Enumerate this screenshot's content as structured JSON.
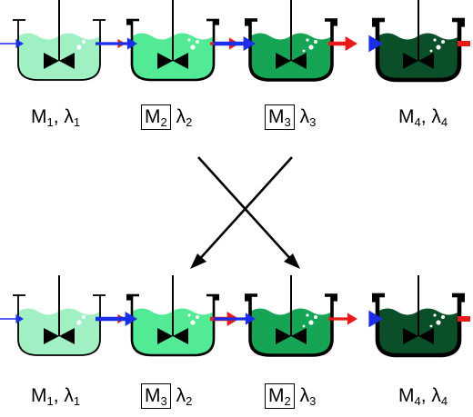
{
  "rows": [
    {
      "row": "top",
      "reactors": [
        {
          "id": "r1",
          "liquid": "#a0f0c3",
          "wall": "thin",
          "inlet": "thin",
          "bubbles": 2,
          "label": {
            "m": "M",
            "m_sub": "1",
            "l": "λ",
            "l_sub": "1",
            "boxed": false
          }
        },
        {
          "id": "r2",
          "liquid": "#53ea95",
          "wall": "medium",
          "inlet": "medium",
          "bubbles": 3,
          "label": {
            "m": "M",
            "m_sub": "2",
            "l": "λ",
            "l_sub": "2",
            "boxed": true
          }
        },
        {
          "id": "r3",
          "liquid": "#16a455",
          "wall": "thick",
          "inlet": "thick",
          "bubbles": 4,
          "label": {
            "m": "M",
            "m_sub": "3",
            "l": "λ",
            "l_sub": "3",
            "boxed": true
          }
        },
        {
          "id": "r4",
          "liquid": "#0b4f28",
          "wall": "thicker",
          "inlet": "thicker",
          "bubbles": 4,
          "label": {
            "m": "M",
            "m_sub": "4",
            "l": "λ",
            "l_sub": "4",
            "boxed": false
          }
        }
      ]
    },
    {
      "row": "bottom",
      "reactors": [
        {
          "id": "r1",
          "liquid": "#a0f0c3",
          "wall": "thin",
          "inlet": "thin",
          "bubbles": 2,
          "label": {
            "m": "M",
            "m_sub": "1",
            "l": "λ",
            "l_sub": "1",
            "boxed": false
          }
        },
        {
          "id": "r2",
          "liquid": "#53ea95",
          "wall": "medium",
          "inlet": "thick",
          "bubbles": 3,
          "label": {
            "m": "M",
            "m_sub": "3",
            "l": "λ",
            "l_sub": "2",
            "boxed": true
          }
        },
        {
          "id": "r3",
          "liquid": "#16a455",
          "wall": "thick",
          "inlet": "medium",
          "bubbles": 4,
          "label": {
            "m": "M",
            "m_sub": "2",
            "l": "λ",
            "l_sub": "3",
            "boxed": true
          }
        },
        {
          "id": "r4",
          "liquid": "#0b4f28",
          "wall": "thicker",
          "inlet": "thicker",
          "bubbles": 4,
          "label": {
            "m": "M",
            "m_sub": "4",
            "l": "λ",
            "l_sub": "4",
            "boxed": false
          }
        }
      ]
    }
  ],
  "colors": {
    "inlet_arrow": "#1a2ee8",
    "outlet_arrow": "#e81a1a",
    "stroke": "#000000"
  },
  "swap_arrows": [
    "r2-to-r3",
    "r3-to-r2"
  ]
}
